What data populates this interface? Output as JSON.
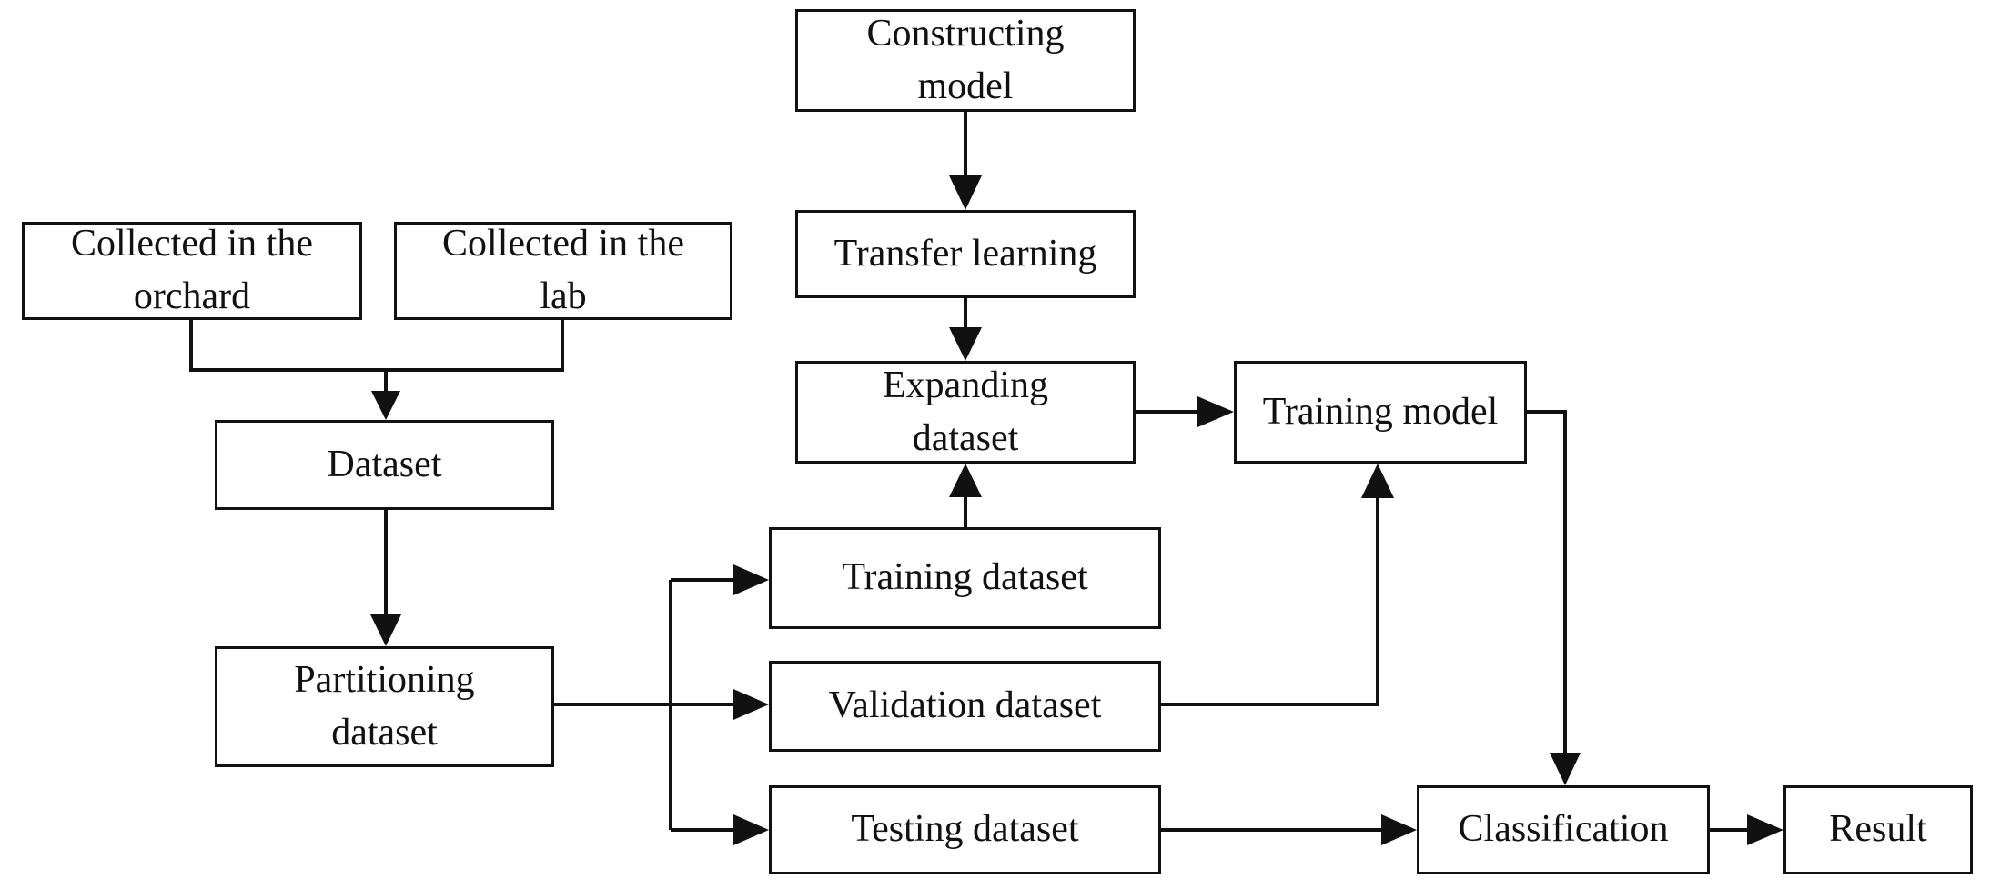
{
  "nodes": {
    "constructing_model": "Constructing\nmodel",
    "transfer_learning": "Transfer learning",
    "expanding_dataset": "Expanding\ndataset",
    "training_model": "Training model",
    "collected_orchard": "Collected in the\norchard",
    "collected_lab": "Collected in the\nlab",
    "dataset": "Dataset",
    "partitioning_dataset": "Partitioning\ndataset",
    "training_dataset": "Training dataset",
    "validation_dataset": "Validation dataset",
    "testing_dataset": "Testing dataset",
    "classification": "Classification",
    "result": "Result"
  },
  "colors": {
    "stroke": "#111111",
    "background": "#ffffff"
  }
}
